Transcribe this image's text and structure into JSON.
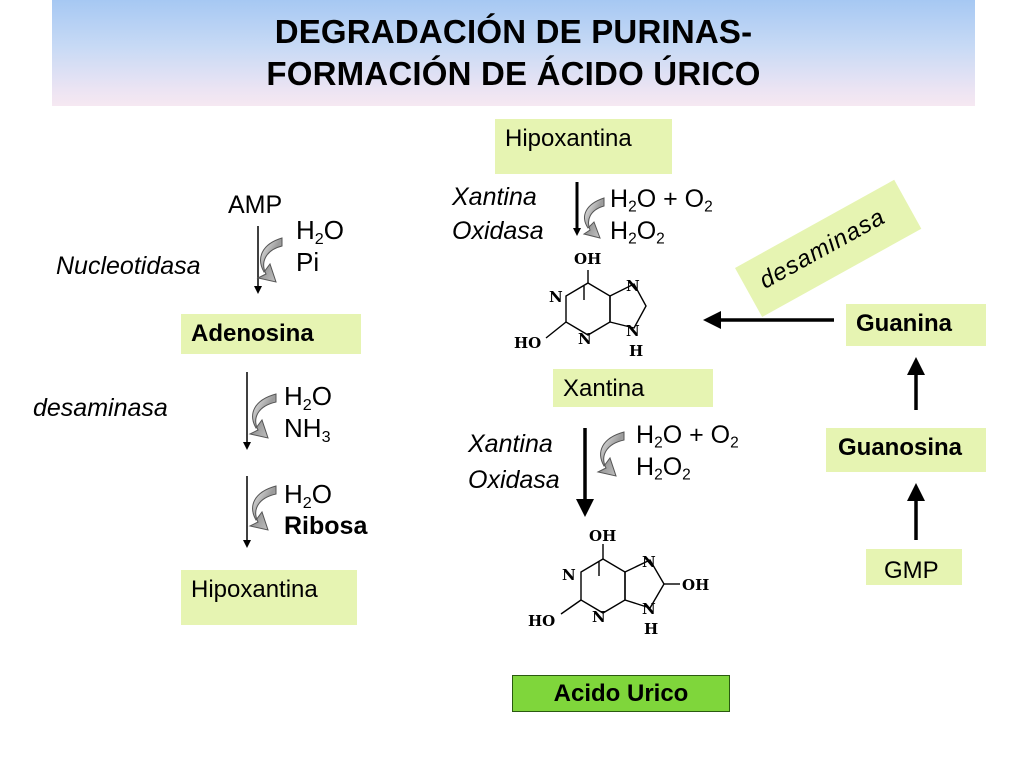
{
  "title": {
    "line1": "DEGRADACIÓN DE PURINAS-",
    "line2": "FORMACIÓN DE ÁCIDO ÚRICO"
  },
  "left": {
    "amp": "AMP",
    "nucleotidasa": "Nucleotidasa",
    "step1_r1": "H",
    "step1_r1_sub": "2",
    "step1_r1_tail": "O",
    "step1_r2": "Pi",
    "adenosina": "Adenosina",
    "desaminasa": "desaminasa",
    "step2_r1": "H",
    "step2_r1_sub": "2",
    "step2_r1_tail": "O",
    "step2_r2": "NH",
    "step2_r2_sub": "3",
    "step3_r1": "H",
    "step3_r1_sub": "2",
    "step3_r1_tail": "O",
    "step3_r2": "Ribosa",
    "hipoxantina": "Hipoxantina"
  },
  "center": {
    "hipoxantina_top": "Hipoxantina",
    "enzyme1_line1": "Xantina",
    "enzyme1_line2": "Oxidasa",
    "r1_a": "H",
    "r1_a_sub": "2",
    "r1_a_tail": "O + O",
    "r1_a_sub2": "2",
    "r1_b": "H",
    "r1_b_sub": "2",
    "r1_b_mid": "O",
    "r1_b_sub2": "2",
    "xantina": "Xantina",
    "enzyme2_line1": "Xantina",
    "enzyme2_line2": "Oxidasa",
    "r2_a": "H",
    "r2_a_sub": "2",
    "r2_a_tail": "O + O",
    "r2_a_sub2": "2",
    "r2_b": "H",
    "r2_b_sub": "2",
    "r2_b_mid": "O",
    "r2_b_sub2": "2",
    "acido_urico": "Acido Urico"
  },
  "right": {
    "desaminasa": "desaminasa",
    "guanina": "Guanina",
    "guanosina": "Guanosina",
    "gmp": "GMP"
  },
  "molecules": {
    "xanthine": {
      "oh": "OH",
      "n1": "N",
      "n3": "N",
      "n7": "N",
      "n9": "N",
      "h": "H",
      "ho": "HO"
    },
    "uric": {
      "oh_top": "OH",
      "n1": "N",
      "n3": "N",
      "n7": "N",
      "n9": "N",
      "h": "H",
      "ho": "HO",
      "oh_right": "OH"
    }
  },
  "colors": {
    "box_green": "#e6f4b2",
    "acid_box": "#7fd63b",
    "title_top": "#a6c8f3",
    "title_bottom": "#f6e8f2"
  }
}
